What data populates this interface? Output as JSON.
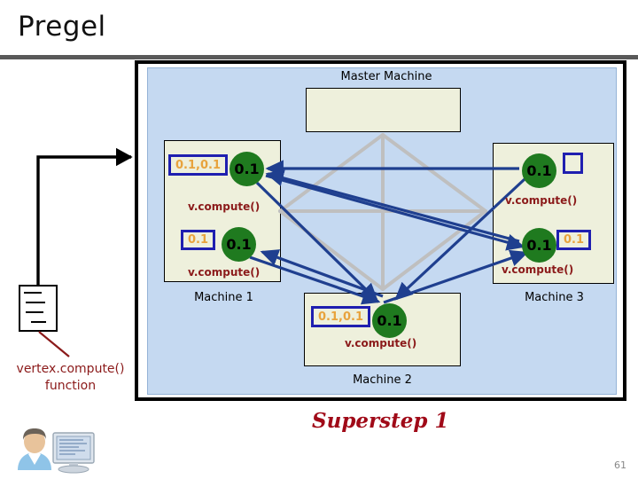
{
  "slide": {
    "title": "Pregel",
    "page_number": "61",
    "superstep_label": "Superstep 1"
  },
  "colors": {
    "panel_blue": "#c5d9f1",
    "machine_cream": "#eef0dc",
    "vertex_green": "#1f7a1f",
    "message_box_border": "#1f1fb0",
    "message_value_orange": "#e8a33d",
    "message_value_accent": "#c24f10",
    "vcompute_red": "#8b1a1a",
    "superstep_red": "#a00a18",
    "edge_gray": "#bfbfbf",
    "arrow_navy": "#1f3f8f",
    "rule_gray": "#595959"
  },
  "master": {
    "label": "Master Machine",
    "content": ""
  },
  "legend": {
    "doc_icon_name": "vertex-compute-document",
    "caption_line1": "vertex.compute()",
    "caption_line2": "function",
    "user_icon_name": "user-at-computer-clipart"
  },
  "machines": [
    {
      "id": "machine1",
      "label": "Machine 1",
      "vertices": [
        {
          "value": "0.1",
          "messages": "0.1,0.1",
          "compute_label": "v.compute()"
        },
        {
          "value": "0.1",
          "messages": "0.1",
          "compute_label": "v.compute()"
        }
      ]
    },
    {
      "id": "machine2",
      "label": "Machine 2",
      "vertices": [
        {
          "value": "0.1",
          "messages": "0.1,0.1",
          "compute_label": "v.compute()"
        }
      ]
    },
    {
      "id": "machine3",
      "label": "Machine 3",
      "vertices": [
        {
          "value": "0.1",
          "messages": "",
          "compute_label": "v.compute()"
        },
        {
          "value": "0.1",
          "messages": "0.1",
          "compute_label": "v.compute()"
        }
      ]
    }
  ]
}
